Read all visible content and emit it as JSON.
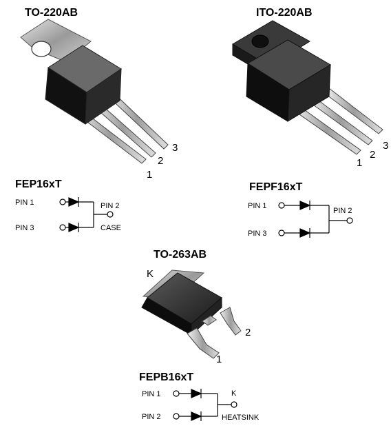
{
  "packages": [
    {
      "title": "TO-220AB",
      "pins": [
        "1",
        "2",
        "3"
      ]
    },
    {
      "title": "ITO-220AB",
      "pins": [
        "1",
        "2",
        "3"
      ]
    },
    {
      "title": "TO-263AB",
      "tab": "K",
      "pins": [
        "1",
        "2"
      ]
    }
  ],
  "schematics": [
    {
      "part": "FEP16xT",
      "pin_top": "PIN 1",
      "pin_bottom": "PIN 3",
      "out1": "PIN 2",
      "out2": "CASE"
    },
    {
      "part": "FEPF16xT",
      "pin_top": "PIN 1",
      "pin_bottom": "PIN 3",
      "out1": "PIN 2",
      "out2": ""
    },
    {
      "part": "FEPB16xT",
      "pin_top": "PIN 1",
      "pin_bottom": "PIN 2",
      "out1": "K",
      "out2": "HEATSINK"
    }
  ]
}
